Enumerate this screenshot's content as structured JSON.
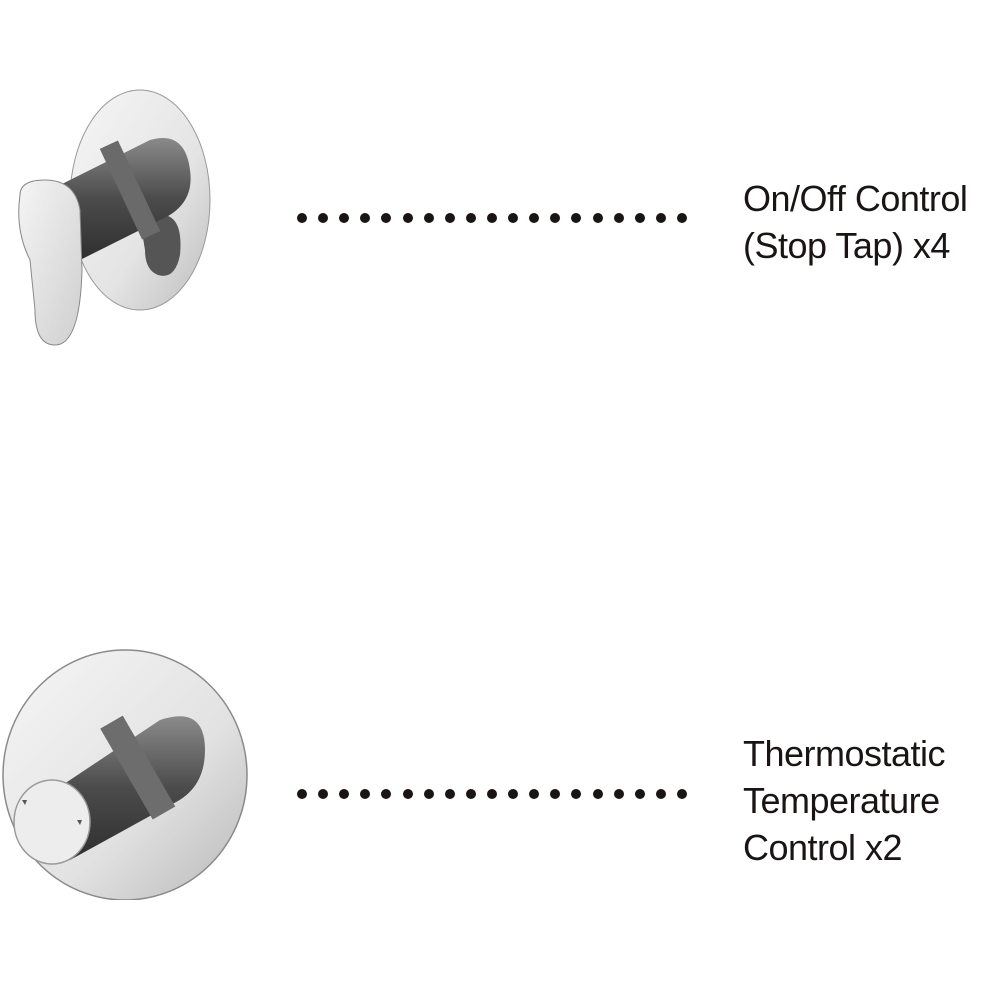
{
  "items": [
    {
      "lines": [
        "On/Off Control",
        "(Stop Tap) x4"
      ],
      "image": "on-off-lever-valve",
      "dot_count": 19
    },
    {
      "lines": [
        "Thermostatic",
        "Temperature",
        "Control x2"
      ],
      "image": "thermostatic-knob-valve",
      "dot_count": 19
    }
  ],
  "colors": {
    "text": "#1a1414",
    "dot": "#1a1414",
    "chrome_dark": "#4a4a4a",
    "chrome_light": "#f2f2f2"
  }
}
